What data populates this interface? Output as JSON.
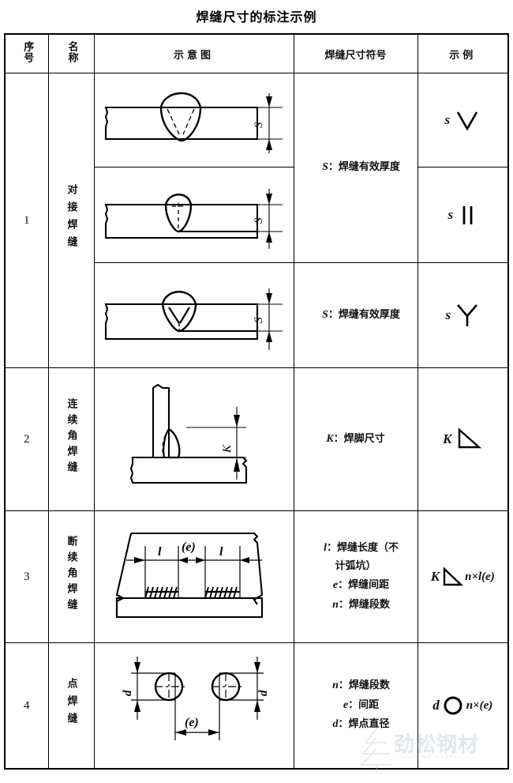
{
  "document": {
    "title": "焊缝尺寸的标注示例"
  },
  "table": {
    "headers": {
      "no": "序号",
      "name": "名称",
      "figure": "示意图",
      "symbol": "焊缝尺寸符号",
      "example": "示例"
    },
    "rows": [
      {
        "no": "1",
        "name": "对接焊缝",
        "subrows": [
          {
            "figure": "v-groove-butt-weld-diagram",
            "figure_labels": [
              "S"
            ],
            "symbol_lines": [
              "S：焊缝有效厚度"
            ],
            "symbol_var": "S",
            "symbol_text": "：焊缝有效厚度",
            "example_var": "s",
            "example_glyph": "v-groove-symbol",
            "example_tail": ""
          },
          {
            "figure": "square-groove-butt-weld-diagram",
            "figure_labels": [
              "S"
            ],
            "symbol_lines": [],
            "symbol_var": "",
            "symbol_text": "",
            "example_var": "s",
            "example_glyph": "square-groove-symbol",
            "example_tail": ""
          },
          {
            "figure": "y-groove-butt-weld-diagram",
            "figure_labels": [
              "S"
            ],
            "symbol_lines": [
              "S：焊缝有效厚度"
            ],
            "symbol_var": "S",
            "symbol_text": "：焊缝有效厚度",
            "example_var": "s",
            "example_glyph": "y-groove-symbol",
            "example_tail": ""
          }
        ]
      },
      {
        "no": "2",
        "name": "连续角焊缝",
        "figure": "continuous-fillet-weld-diagram",
        "figure_labels": [
          "K"
        ],
        "symbol_var": "K",
        "symbol_text": "：焊脚尺寸",
        "example_var": "K",
        "example_glyph": "fillet-triangle-symbol",
        "example_tail": ""
      },
      {
        "no": "3",
        "name": "断续角焊缝",
        "figure": "intermittent-fillet-weld-diagram",
        "figure_labels": [
          "l",
          "(e)",
          "l"
        ],
        "symbol_entries": [
          {
            "var": "l",
            "text": "：焊缝长度（不"
          },
          {
            "var": "",
            "text": "计弧坑）"
          },
          {
            "var": "e",
            "text": "：焊缝间距"
          },
          {
            "var": "n",
            "text": "：焊缝段数"
          }
        ],
        "example_var": "K",
        "example_glyph": "fillet-triangle-symbol",
        "example_tail": "n×l(e)"
      },
      {
        "no": "4",
        "name": "点焊缝",
        "figure": "spot-weld-diagram",
        "figure_labels": [
          "d",
          "d",
          "(e)"
        ],
        "symbol_entries": [
          {
            "var": "n",
            "text": "：焊缝段数"
          },
          {
            "var": "e",
            "text": "：间距"
          },
          {
            "var": "d",
            "text": "：焊点直径"
          }
        ],
        "example_var": "d",
        "example_glyph": "spot-circle-symbol",
        "example_tail": "n×(e)"
      }
    ]
  },
  "watermark": {
    "text": "劲松钢材",
    "sub": "JINGSONG STEEL",
    "icon": "pine-tree-icon",
    "color": "#9fb6c4"
  }
}
